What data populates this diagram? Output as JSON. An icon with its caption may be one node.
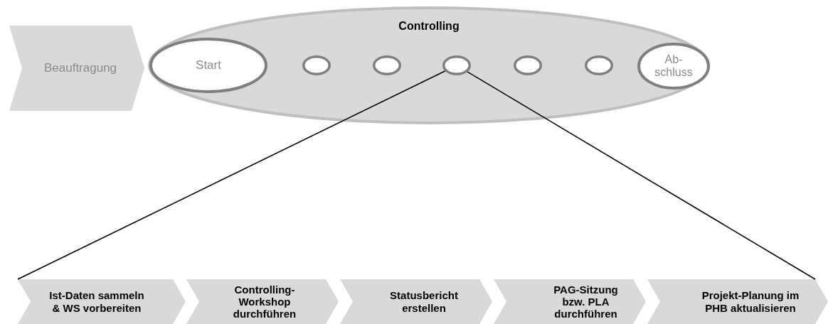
{
  "diagram": {
    "nodes": [
      {
        "text": [
          "Beauftragung"
        ]
      },
      {
        "text": [
          "Controlling"
        ]
      },
      {
        "text": [
          "Start"
        ],
        "in": 1
      },
      {
        "text": [],
        "shape": "circle",
        "in": 1
      },
      {
        "text": [],
        "shape": "circle",
        "in": 1
      },
      {
        "text": [],
        "shape": "circle",
        "in": 1
      },
      {
        "text": [],
        "shape": "circle",
        "in": 1
      },
      {
        "text": [],
        "shape": "circle",
        "in": 1
      },
      {
        "text": [
          "Ab- schluss"
        ],
        "in": 1
      },
      {
        "text": [
          "Ist-Daten sammeln & WS vorbereiten"
        ]
      },
      {
        "text": [
          "Controlling-Workshop durchführen"
        ]
      },
      {
        "text": [
          "Statusbericht erstellen"
        ]
      },
      {
        "text": [
          "PAG-Sitzung bzw. PLA durchführen"
        ]
      },
      {
        "text": [
          "Projekt-Planung im PHB aktualisieren"
        ]
      }
    ],
    "edges": [
      {
        "from": 5,
        "to": 9,
        "arrow": "none"
      },
      {
        "from": 5,
        "to": 13,
        "arrow": "none"
      }
    ]
  }
}
